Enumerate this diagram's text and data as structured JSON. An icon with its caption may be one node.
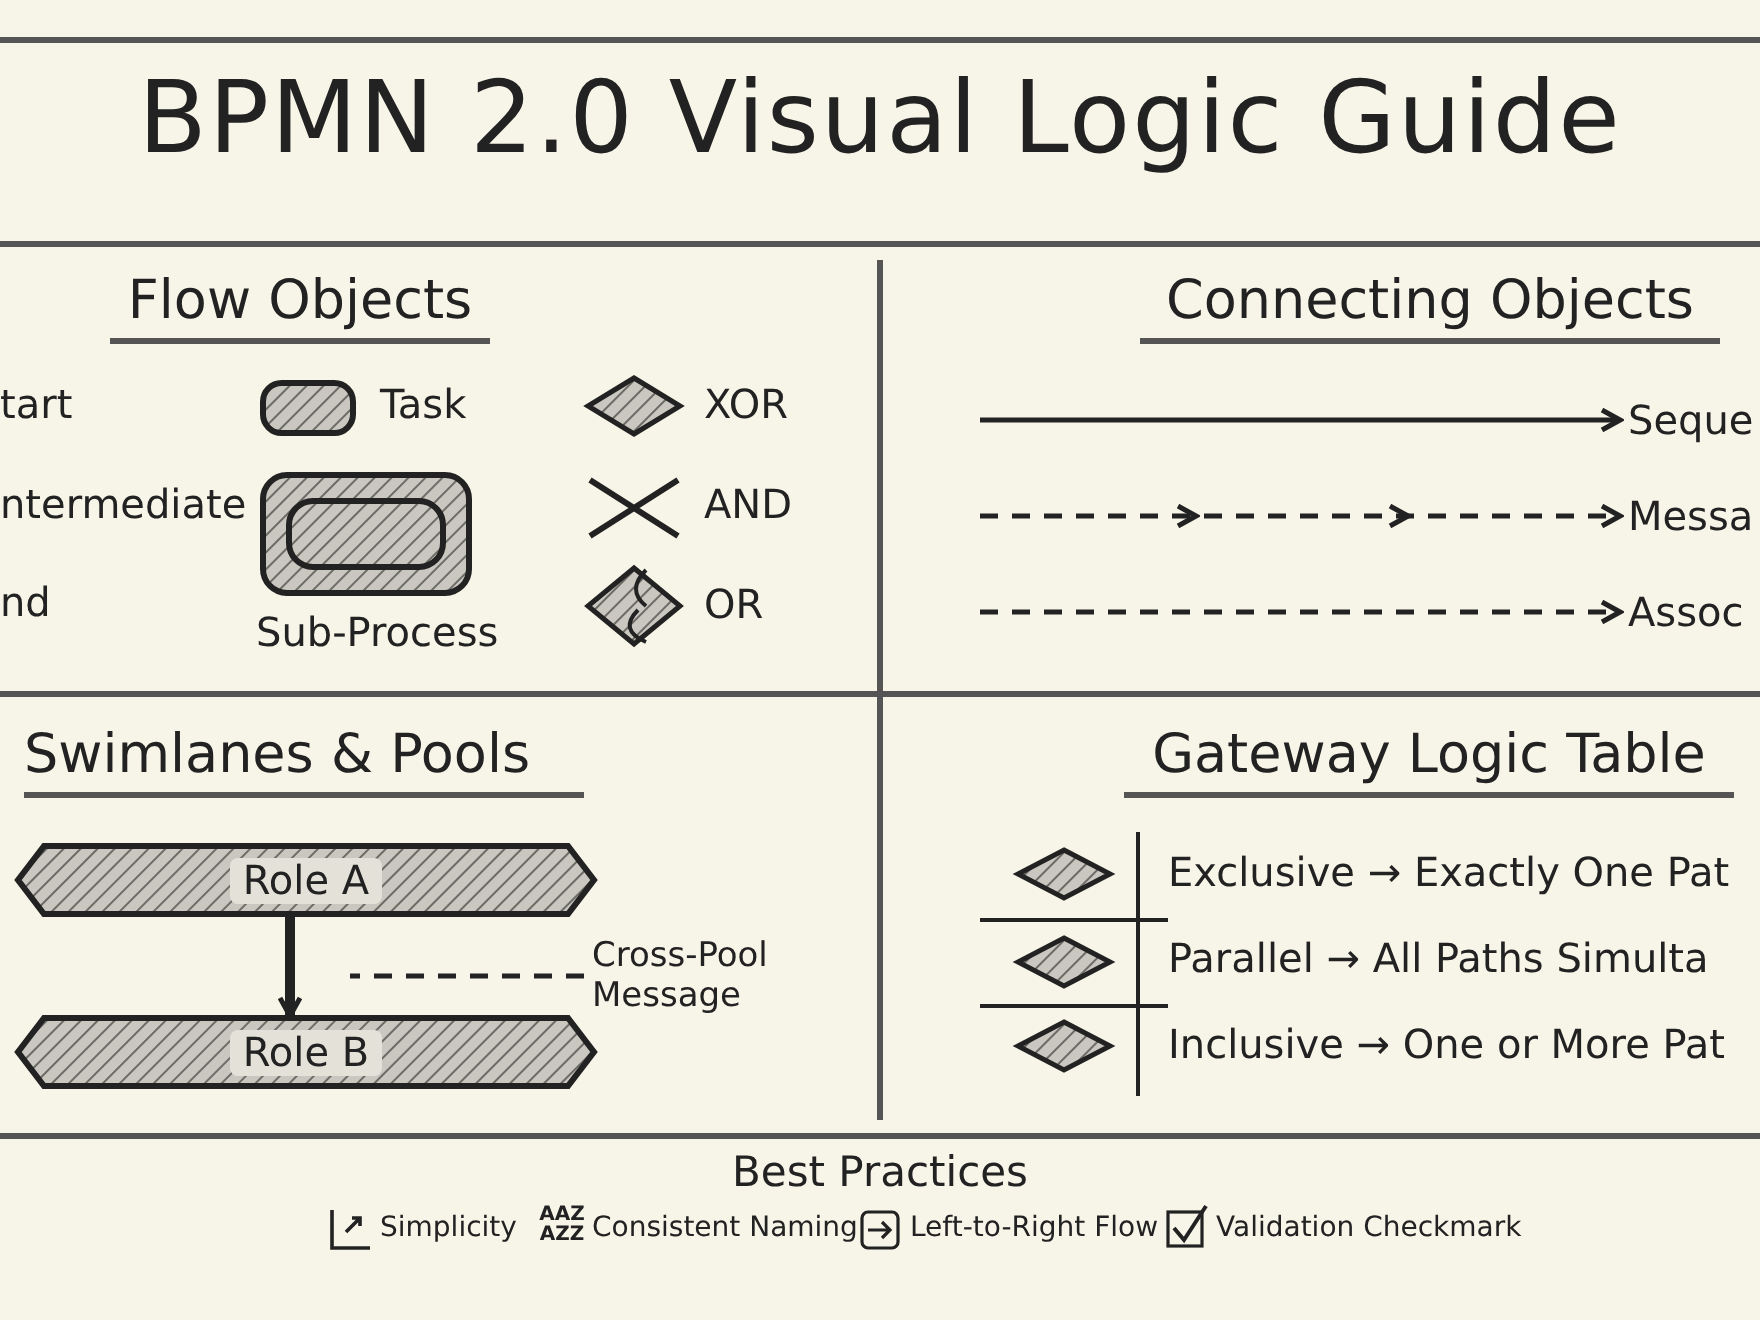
{
  "diagram": {
    "title": "BPMN 2.0 Visual Logic Guide",
    "nodes": [
      {
        "text": [],
        "shape": "box",
        "beside": [
          "Task"
        ]
      },
      {
        "text": [],
        "shape": "box",
        "beside": [
          "Sub-Process"
        ]
      },
      {
        "text": [],
        "shape": "box",
        "in": 1
      },
      {
        "text": [],
        "shape": "diamond",
        "beside": [
          "XOR"
        ]
      },
      {
        "text": [],
        "shape": "cross",
        "beside": [
          "AND"
        ]
      },
      {
        "text": [],
        "shape": "diamond",
        "beside": [
          "OR"
        ]
      },
      {
        "text": [
          "Seque"
        ]
      },
      {
        "text": [
          "Messa"
        ]
      },
      {
        "text": [
          "Assoc"
        ]
      },
      {
        "text": [
          "Role A"
        ]
      },
      {
        "text": [
          "Role B"
        ]
      },
      {
        "text": [
          "Cross-Pool Message"
        ]
      },
      {
        "text": [],
        "shape": "diamond"
      },
      {
        "text": [],
        "shape": "diamond"
      },
      {
        "text": [],
        "shape": "diamond"
      }
    ],
    "edges": [
      {
        "from": null,
        "to": 6,
        "arrow": "to"
      },
      {
        "from": null,
        "to": 7,
        "arrow": "to",
        "style": "dashed"
      },
      {
        "from": null,
        "to": 8,
        "arrow": "to",
        "style": "dashed"
      },
      {
        "from": 9,
        "to": 10,
        "arrow": "to",
        "style": "thick"
      },
      {
        "from": 11,
        "to": null,
        "arrow": "none",
        "style": "dashed"
      }
    ],
    "labels": [
      "Flow Objects",
      "Connecting Objects",
      "tart",
      "ntermediate",
      "nd",
      "Swimlanes & Pools",
      "Gateway Logic Table",
      "Exclusive → Exactly One Pat",
      "Parallel → All Paths Simulta",
      "Inclusive → One or More Pat",
      "Best Practices",
      "Simplicity",
      "AAZ AZZ",
      "Consistent Naming",
      "Left-to-Right Flow",
      "Validation Checkmark"
    ]
  }
}
